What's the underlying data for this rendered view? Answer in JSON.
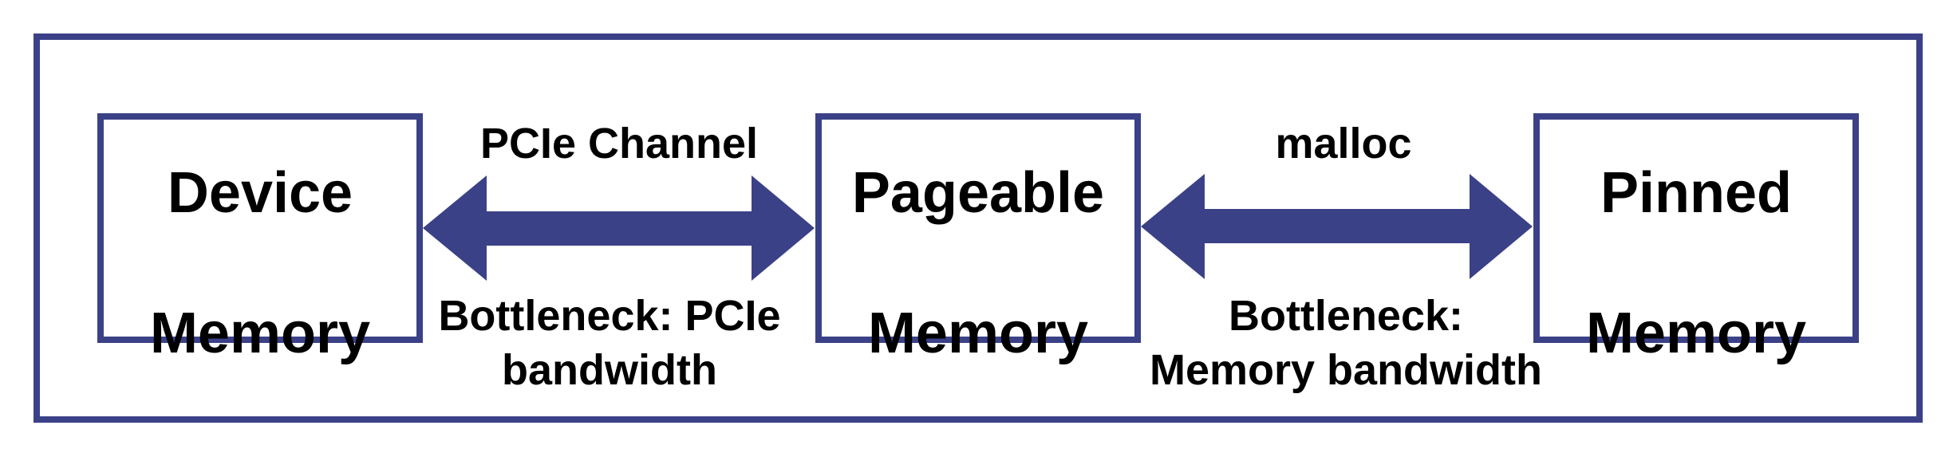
{
  "colors": {
    "accent": "#3b4187",
    "text": "#000000",
    "background": "#ffffff"
  },
  "boxes": [
    {
      "id": "device",
      "lines": [
        "Device",
        "Memory"
      ]
    },
    {
      "id": "pageable",
      "lines": [
        "Pageable",
        "Memory"
      ]
    },
    {
      "id": "pinned",
      "lines": [
        "Pinned",
        "Memory"
      ]
    }
  ],
  "connections": [
    {
      "from": "Device Memory",
      "to": "Pageable Memory",
      "direction": "bidirectional",
      "top_label": "PCIe Channel",
      "bottom_lines": [
        "Bottleneck: PCIe",
        "bandwidth"
      ]
    },
    {
      "from": "Pageable Memory",
      "to": "Pinned Memory",
      "direction": "bidirectional",
      "top_label": "malloc",
      "bottom_lines": [
        "Bottleneck:",
        "Memory bandwidth"
      ]
    }
  ]
}
